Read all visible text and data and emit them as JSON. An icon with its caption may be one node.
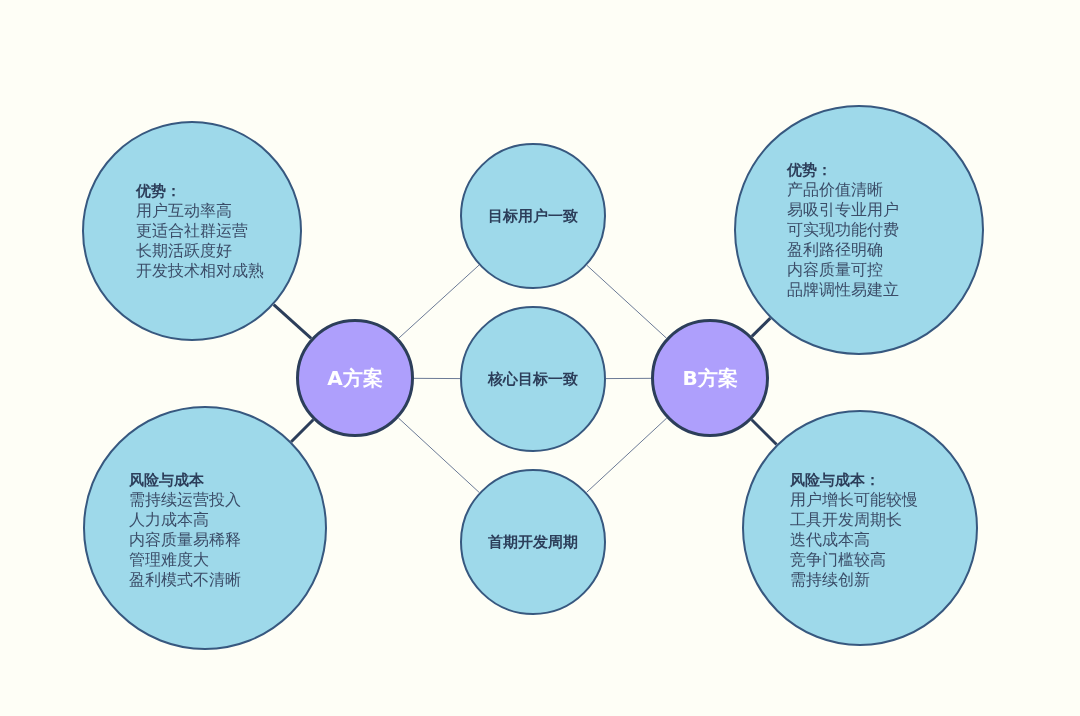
{
  "diagram": {
    "nodes": [
      {
        "text": [
          "优势：",
          "用户互动率高",
          "更适合社群运营",
          "长期活跃度好",
          "开发技术相对成熟"
        ]
      },
      {
        "text": [
          "目标用户一致"
        ]
      },
      {
        "text": [
          "优势：",
          "产品价值清晰",
          "易吸引专业用户",
          "可实现功能付费",
          "盈利路径明确",
          "内容质量可控",
          "品牌调性易建立"
        ]
      },
      {
        "text": [
          "A方案"
        ]
      },
      {
        "text": [
          "核心目标一致"
        ]
      },
      {
        "text": [
          "B方案"
        ]
      },
      {
        "text": [
          "风险与成本",
          "需持续运营投入",
          "人力成本高",
          "内容质量易稀释",
          "管理难度大",
          "盈利模式不清晰"
        ]
      },
      {
        "text": [
          "首期开发周期"
        ]
      },
      {
        "text": [
          "风险与成本：",
          "用户增长可能较慢",
          "工具开发周期长",
          "迭代成本高",
          "竞争门槛较高",
          "需持续创新"
        ]
      }
    ],
    "edges": [
      {
        "from": 3,
        "to": 0,
        "arrow": "none",
        "style": "thick",
        "color": "#2c3e5a"
      },
      {
        "from": 3,
        "to": 6,
        "arrow": "none",
        "style": "thick",
        "color": "#2c3e5a"
      },
      {
        "from": 3,
        "to": 1,
        "arrow": "none"
      },
      {
        "from": 3,
        "to": 4,
        "arrow": "none"
      },
      {
        "from": 3,
        "to": 7,
        "arrow": "none"
      },
      {
        "from": 1,
        "to": 5,
        "arrow": "none"
      },
      {
        "from": 4,
        "to": 5,
        "arrow": "none"
      },
      {
        "from": 7,
        "to": 5,
        "arrow": "none"
      },
      {
        "from": 5,
        "to": 2,
        "arrow": "none",
        "style": "thick",
        "color": "#2c3e5a"
      },
      {
        "from": 5,
        "to": 8,
        "arrow": "none",
        "style": "thick",
        "color": "#2c3e5a"
      }
    ]
  }
}
